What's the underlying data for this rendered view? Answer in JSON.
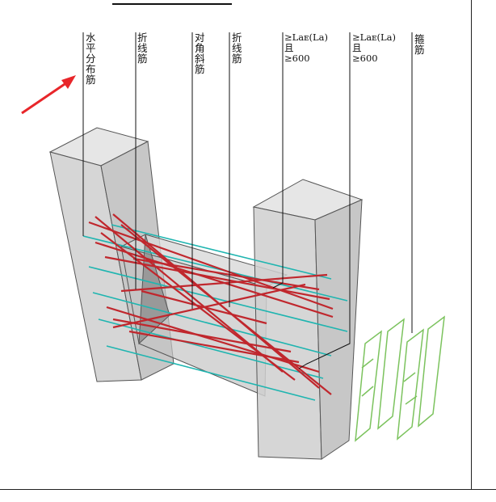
{
  "labels": {
    "horizontal_rebar": "水平分布筋",
    "bent_rebar_1": "折线筋",
    "diagonal_rebar": "对角斜筋",
    "bent_rebar_2": "折线筋",
    "anchorage_1": "≥Laᴇ(La)\n且\n≥600",
    "anchorage_2": "≥Laᴇ(La)\n且\n≥600",
    "stirrup": "箍筋"
  },
  "colors": {
    "red_rebar": "#c0272d",
    "cyan_rebar": "#1fb5b0",
    "green_stirrup": "#7cc35e",
    "arrow": "#e8262a",
    "concrete": "#d9d9d9"
  },
  "icons": {
    "arrow": "red-pointer-arrow-icon"
  }
}
